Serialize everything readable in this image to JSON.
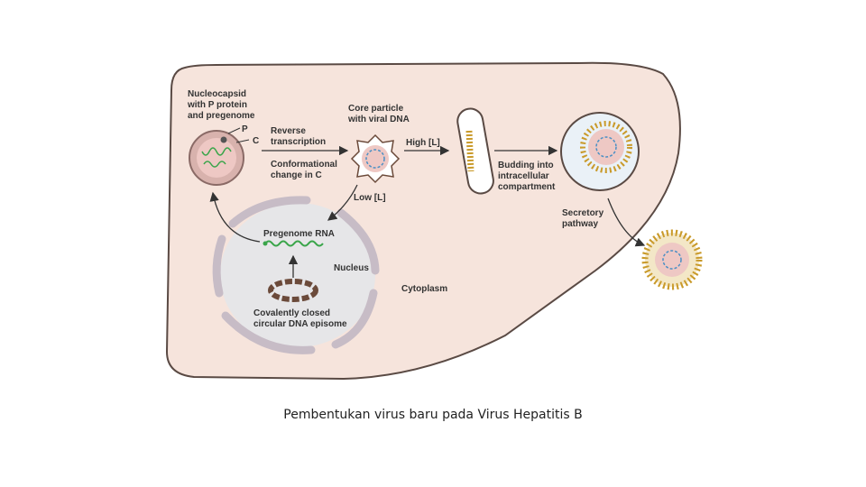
{
  "diagram": {
    "labels": {
      "nucleocapsid": [
        "Nucleocapsid",
        "with P protein",
        "and pregenome"
      ],
      "p": "P",
      "c": "C",
      "reverse_transcription": [
        "Reverse",
        "transcription"
      ],
      "conformational": [
        "Conformational",
        "change in C"
      ],
      "core_particle": [
        "Core particle",
        "with viral DNA"
      ],
      "high": "High [L]",
      "low": "Low [L]",
      "budding": [
        "Budding into",
        "intracellular",
        "compartment"
      ],
      "secretory": [
        "Secretory",
        "pathway"
      ],
      "pregenome_rna": "Pregenome RNA",
      "nucleus": "Nucleus",
      "cytoplasm": "Cytoplasm",
      "cccdna": [
        "Covalently closed",
        "circular DNA episome"
      ]
    },
    "colors": {
      "cell_fill": "#f6e4dc",
      "cell_stroke": "#5a4a44",
      "nucleus_fill": "#e6e6e8",
      "membrane_fill": "#c7bcc6",
      "spike": "#c99a2a",
      "rna": "#3aa54a",
      "dna": "#4a8fc4",
      "capsid": "#eec8c4"
    }
  },
  "caption": "Pembentukan virus baru pada Virus Hepatitis B"
}
